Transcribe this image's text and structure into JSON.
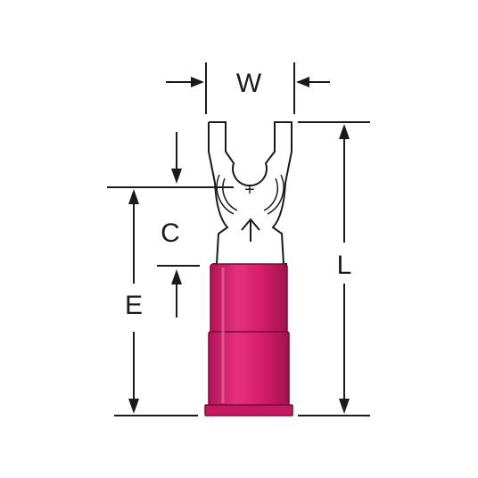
{
  "labels": {
    "width": "W",
    "length": "L",
    "center_to_barrel": "C",
    "center_to_end": "E",
    "stud_marker": "+"
  },
  "colors": {
    "insulation": "#d81e6c",
    "insulation_dark": "#9e1048",
    "insulation_light": "#ef5a98",
    "line": "#1a1a1a",
    "background": "#ffffff"
  }
}
